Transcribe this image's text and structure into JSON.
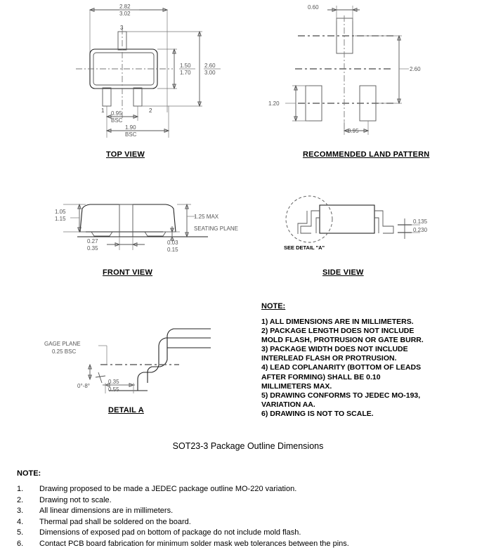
{
  "views": {
    "top": {
      "label": "TOP VIEW",
      "dims": {
        "width_top": "2.82",
        "width_top_max": "3.02",
        "height_body": "1.50",
        "height_body_max": "1.70",
        "height_overall": "2.60",
        "height_overall_max": "3.00",
        "pitch": "0.95",
        "pitch_note": "BSC",
        "span": "1.90",
        "span_note": "BSC"
      },
      "pins": [
        "1",
        "2",
        "3"
      ]
    },
    "land": {
      "label": "RECOMMENDED LAND PATTERN",
      "dims": {
        "pad_width": "0.60",
        "overall_height": "2.60",
        "pad_height": "1.20",
        "pitch": "0.95"
      }
    },
    "front": {
      "label": "FRONT VIEW",
      "dims": {
        "body_height_min": "1.05",
        "body_height_max": "1.15",
        "overall_height": "1.25 MAX",
        "seating_plane": "SEATING PLANE",
        "lead_width_min": "0.27",
        "lead_width_max": "0.35",
        "standoff_min": "0.03",
        "standoff_max": "0.15"
      }
    },
    "side": {
      "label": "SIDE VIEW",
      "dims": {
        "lead_thick_min": "0.135",
        "lead_thick_max": "0.230"
      },
      "detail_ref": "SEE DETAIL \"A\""
    },
    "detail": {
      "label": "DETAIL A",
      "dims": {
        "gage_plane": "GAGE PLANE",
        "gage_plane_value": "0.25 BSC",
        "angle": "0°-8°",
        "lead_len_min": "0.35",
        "lead_len_max": "0.55"
      }
    }
  },
  "drawing_note": {
    "heading": "NOTE:",
    "lines": [
      "1) ALL DIMENSIONS ARE IN MILLIMETERS.",
      "2) PACKAGE LENGTH DOES NOT INCLUDE",
      "MOLD FLASH, PROTRUSION OR  GATE BURR.",
      "3) PACKAGE WIDTH DOES NOT INCLUDE",
      "INTERLEAD FLASH OR PROTRUSION.",
      "4) LEAD COPLANARITY (BOTTOM OF LEADS",
      "AFTER FORMING) SHALL BE 0.10",
      "MILLIMETERS MAX.",
      "5) DRAWING CONFORMS TO JEDEC MO-193,",
      "VARIATION AA.",
      "6) DRAWING IS NOT TO SCALE."
    ]
  },
  "caption": "SOT23-3 Package Outline Dimensions",
  "bottom_note": {
    "heading": "NOTE:",
    "items": [
      {
        "num": "1.",
        "text": "Drawing proposed to be made a JEDEC package outline MO-220 variation."
      },
      {
        "num": "2.",
        "text": "Drawing not to scale."
      },
      {
        "num": "3.",
        "text": "All linear dimensions are in millimeters."
      },
      {
        "num": "4.",
        "text": "Thermal pad shall be soldered on the board."
      },
      {
        "num": "5.",
        "text": "Dimensions of exposed pad on bottom of package do not include mold flash."
      },
      {
        "num": "6.",
        "text": "Contact PCB board fabrication for minimum solder mask web tolerances between the pins."
      }
    ]
  }
}
